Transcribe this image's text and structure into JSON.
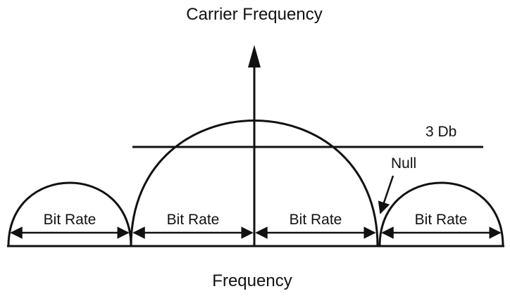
{
  "diagram": {
    "title": "Carrier Frequency",
    "x_axis_label": "Frequency",
    "threshold_label": "3 Db",
    "null_label": "Null",
    "lobes": [
      {
        "label": "Bit Rate",
        "kind": "side"
      },
      {
        "label": "Bit Rate",
        "kind": "main-left"
      },
      {
        "label": "Bit Rate",
        "kind": "main-right"
      },
      {
        "label": "Bit Rate",
        "kind": "side"
      }
    ]
  }
}
